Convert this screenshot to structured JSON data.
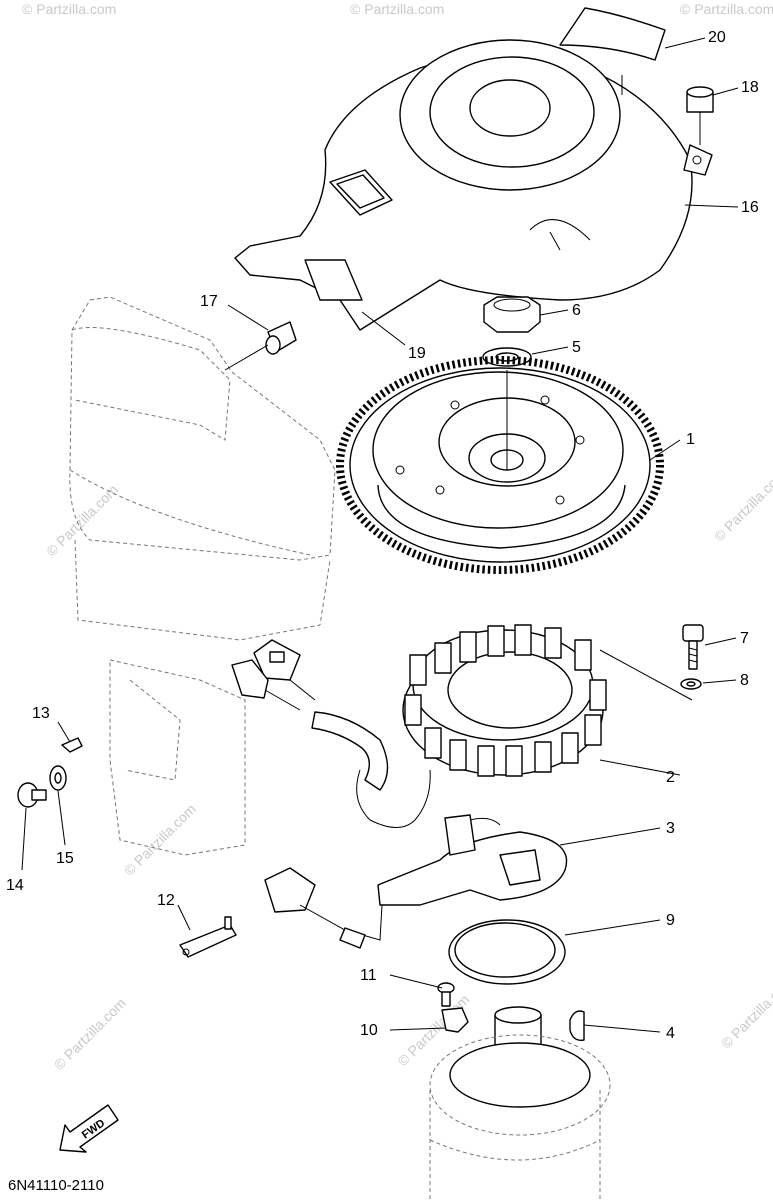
{
  "diagram_code": "6N41110-2110",
  "fwd_label": "FWD",
  "watermark": "© Partzilla.com",
  "callouts": {
    "p1": "1",
    "p2": "2",
    "p3": "3",
    "p4": "4",
    "p5": "5",
    "p6": "6",
    "p7": "7",
    "p8": "8",
    "p9": "9",
    "p10": "10",
    "p11": "11",
    "p12": "12",
    "p13": "13",
    "p14": "14",
    "p15": "15",
    "p16": "16",
    "p17": "17",
    "p18": "18",
    "p19": "19",
    "p20": "20"
  }
}
